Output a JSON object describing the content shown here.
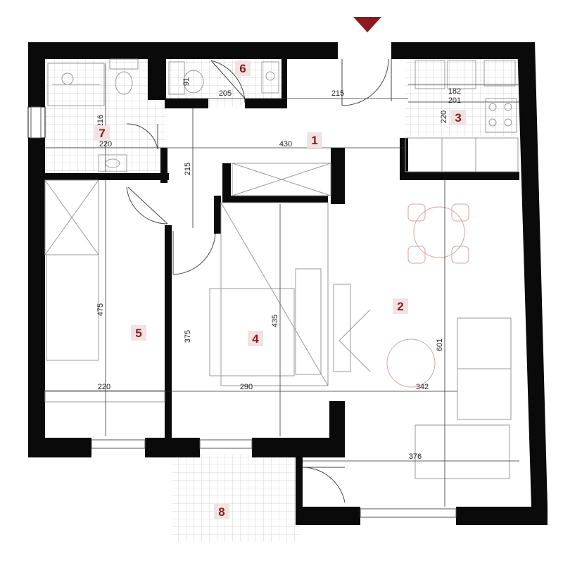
{
  "colors": {
    "wall": "#0a0a0a",
    "accent": "#8b1a1f",
    "label_bg": "#f1e3e3",
    "tile": "#dcdcdc",
    "furniture": "#9a9a9a",
    "dim_line": "#333333",
    "table_stroke": "#d9a3a3"
  },
  "icons": {
    "entrance": "entrance-arrow-icon"
  },
  "rooms": [
    {
      "id": "1",
      "label": "1"
    },
    {
      "id": "2",
      "label": "2"
    },
    {
      "id": "3",
      "label": "3"
    },
    {
      "id": "4",
      "label": "4"
    },
    {
      "id": "5",
      "label": "5"
    },
    {
      "id": "6",
      "label": "6"
    },
    {
      "id": "7",
      "label": "7"
    },
    {
      "id": "8",
      "label": "8"
    }
  ],
  "dimensions": [
    "215",
    "205",
    "182",
    "201",
    "216",
    "220",
    "220",
    "430",
    "215",
    "475",
    "375",
    "435",
    "601",
    "220",
    "290",
    "342",
    "376",
    "91"
  ]
}
